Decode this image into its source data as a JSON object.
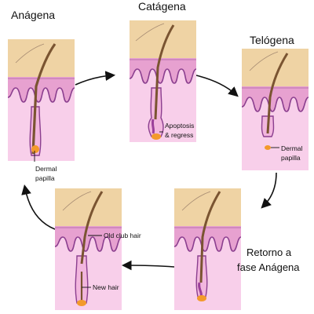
{
  "stages": {
    "anagena": "Anágena",
    "catagena": "Catágena",
    "telogena": "Telógena",
    "retorno_line1": "Retorno a",
    "retorno_line2": "fase Anágena"
  },
  "annotations": {
    "apoptosis_line1": "Apoptosis",
    "apoptosis_line2": "& regress",
    "dermal_papilla_left_1": "Dermal",
    "dermal_papilla_left_2": "papilla",
    "dermal_papilla_right_1": "Dermal",
    "dermal_papilla_right_2": "papilla",
    "old_club_hair": "Old club hair",
    "new_hair": "New hair"
  },
  "colors": {
    "epidermis": "#efd3a4",
    "dermis": "#f6c8e6",
    "dermis_band": "#e8a3d3",
    "membrane": "#8b3f8f",
    "hair": "#7a5431",
    "papilla": "#f39a2b",
    "arrow": "#111111"
  }
}
